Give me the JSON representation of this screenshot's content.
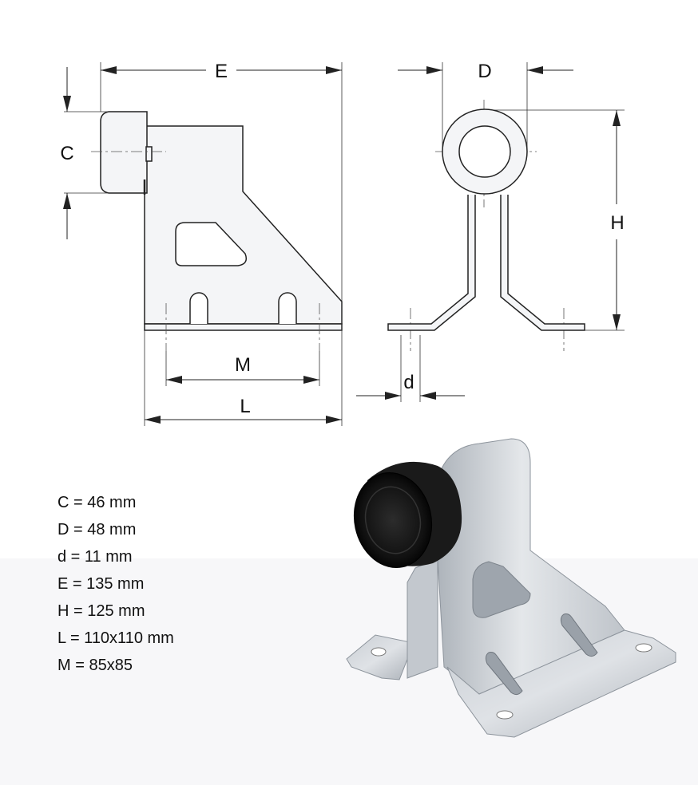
{
  "dimension_labels": {
    "E": "E",
    "C": "C",
    "D": "D",
    "H": "H",
    "M": "M",
    "L": "L",
    "d": "d"
  },
  "specifications": [
    "C = 46 mm",
    "D = 48 mm",
    "d = 11 mm",
    "E = 135 mm",
    "H = 125 mm",
    "L = 110x110 mm",
    "M = 85x85"
  ],
  "colors": {
    "line": "#222222",
    "part_fill": "#f3f4f6",
    "metal_light": "#d9dde2",
    "metal_mid": "#b9bfc6",
    "metal_dark": "#8d949c",
    "rubber": "#141414"
  }
}
